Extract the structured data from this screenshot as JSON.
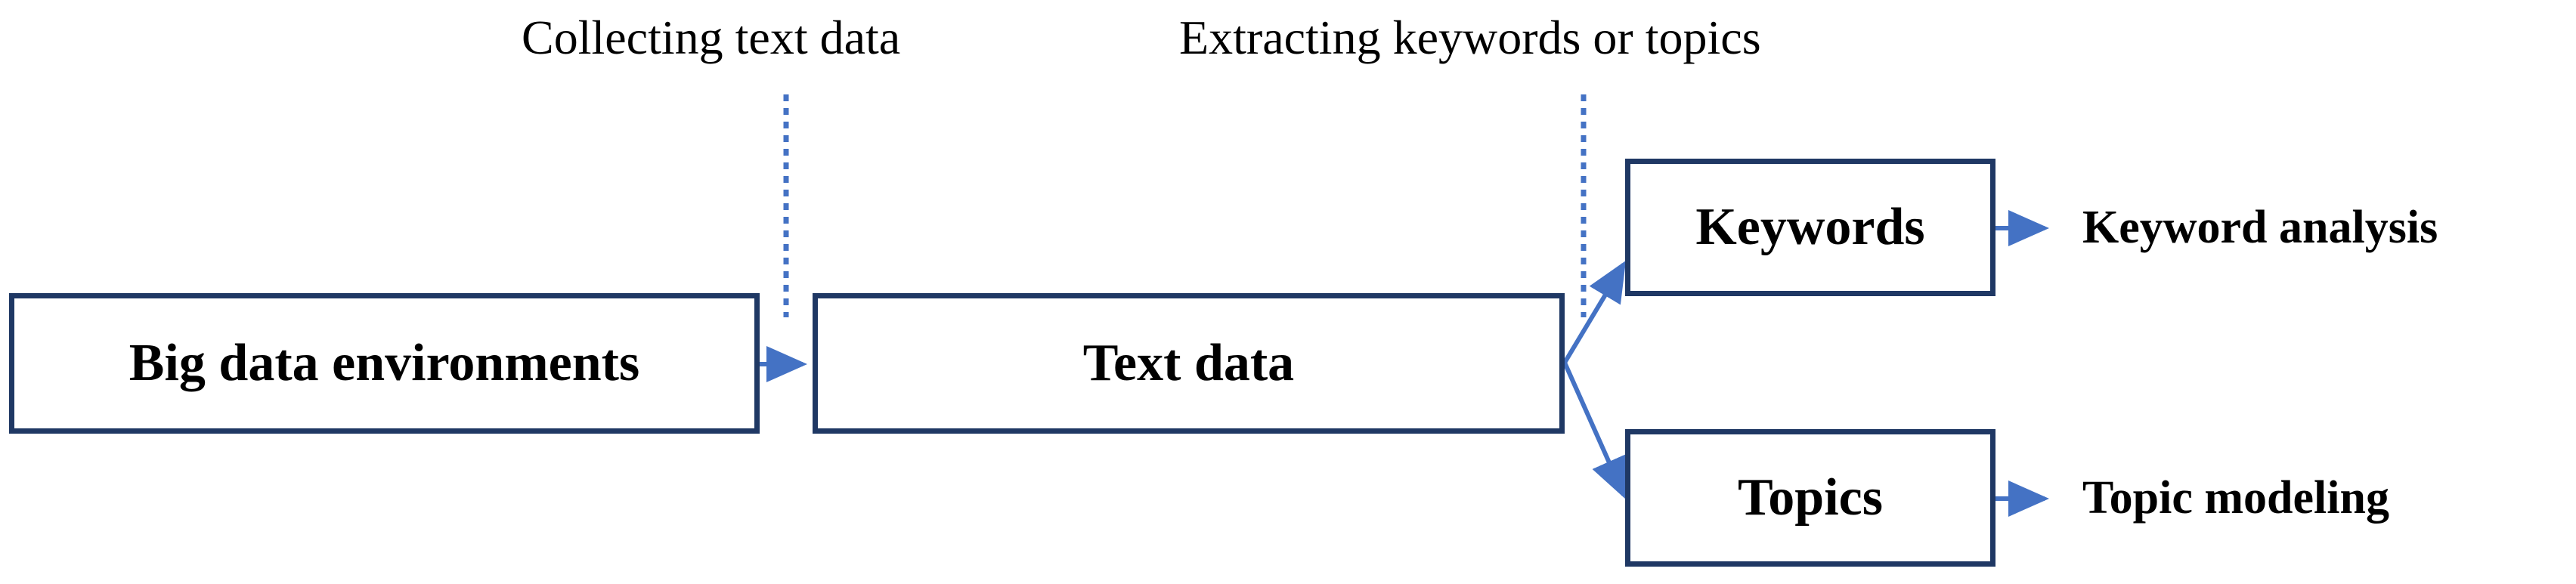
{
  "diagram": {
    "steps": [
      {
        "label": "Collecting text data"
      },
      {
        "label": "Extracting keywords or topics"
      }
    ],
    "nodes": {
      "source": "Big data environments",
      "text_data": "Text data",
      "keywords": "Keywords",
      "topics": "Topics"
    },
    "outcomes": {
      "keywords": "Keyword analysis",
      "topics": "Topic modeling"
    },
    "colors": {
      "box_border": "#1f3864",
      "arrow": "#4472c4",
      "dotted_line": "#4472c4",
      "text": "#000000"
    }
  }
}
